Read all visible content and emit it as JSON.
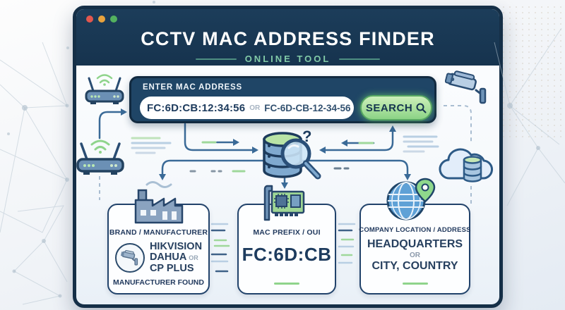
{
  "theme": {
    "header_navy": "#16334e",
    "panel_navy": "#1f4566",
    "accent_green": "#8fd48b",
    "arrow_blue": "#3a6a97",
    "text_navy": "#1e3c5e",
    "muted_gray": "#9aa9b8",
    "border_navy": "#22436b",
    "content_bg": "#fbfdff"
  },
  "window": {
    "title": "CCTV MAC ADDRESS FINDER",
    "subtitle": "ONLINE TOOL",
    "controls": [
      "close-icon",
      "minimize-icon",
      "maximize-icon"
    ]
  },
  "search": {
    "label": "ENTER MAC ADDRESS",
    "value_primary": "FC:6D:CB:12:34:56",
    "separator": "OR",
    "value_alternate": "FC-6D-CB-12-34-56",
    "button_label": "SEARCH"
  },
  "diagram": {
    "question_mark": "?",
    "icons": [
      "router-icon",
      "router-icon",
      "cctv-camera-icon",
      "cloud-database-icon",
      "database-search-icon",
      "factory-icon",
      "network-card-icon",
      "globe-pin-icon"
    ]
  },
  "cards": {
    "brand": {
      "heading": "BRAND / MANUFACTURER",
      "brands": [
        "HIKVISION",
        "DAHUA",
        "CP PLUS"
      ],
      "separator": "OR",
      "footer": "MANUFACTURER FOUND"
    },
    "oui": {
      "heading": "MAC PREFIX / OUI",
      "value": "FC:6D:CB"
    },
    "location": {
      "heading": "COMPANY LOCATION / ADDRESS",
      "line1": "HEADQUARTERS",
      "separator": "OR",
      "line2": "CITY, COUNTRY"
    }
  }
}
